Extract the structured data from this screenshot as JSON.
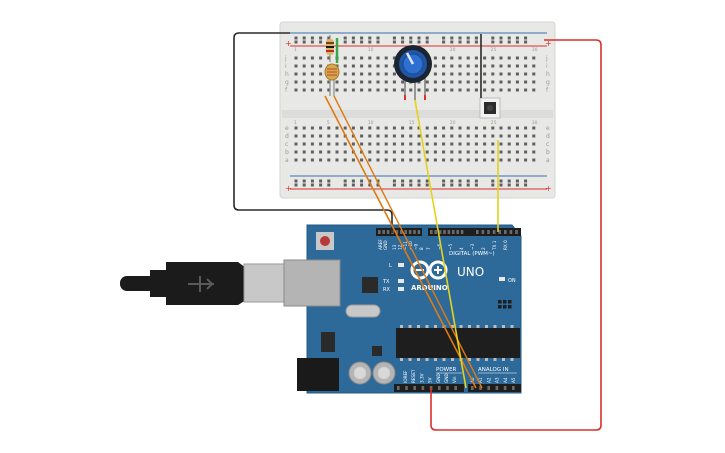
{
  "breadboard": {
    "rail_plus": "+",
    "rail_minus": "-",
    "row_letters_top": [
      "j",
      "i",
      "h",
      "g",
      "f"
    ],
    "row_letters_bottom": [
      "e",
      "d",
      "c",
      "b",
      "a"
    ],
    "column_numbers": [
      "1",
      "5",
      "10",
      "15",
      "20",
      "25",
      "30"
    ]
  },
  "arduino": {
    "brand": "ARDUINO",
    "model": "UNO",
    "digital_label": "DIGITAL (PWM~)",
    "power_label": "POWER",
    "analog_label": "ANALOG IN",
    "on_label": "ON",
    "led_l": "L",
    "led_tx": "TX",
    "led_rx": "RX",
    "aref": "AREF",
    "gnd": "GND",
    "digital_pins": [
      "13",
      "12",
      "~11",
      "~10",
      "~9",
      "8",
      "7",
      "~6",
      "~5",
      "4",
      "~3",
      "2",
      "TX 1",
      "RX 0"
    ],
    "power_pins": [
      "IOREF",
      "RESET",
      "3.3V",
      "5V",
      "GND",
      "GND",
      "Vin"
    ],
    "analog_pins": [
      "A0",
      "A1",
      "A2",
      "A3",
      "A4",
      "A5"
    ]
  },
  "colors": {
    "board": "#2d6a9a",
    "breadboard": "#e8e8e6",
    "wire_red": "#d8302a",
    "wire_black": "#2a2a2a",
    "wire_orange": "#e07a10",
    "wire_yellow": "#e6d21c"
  }
}
